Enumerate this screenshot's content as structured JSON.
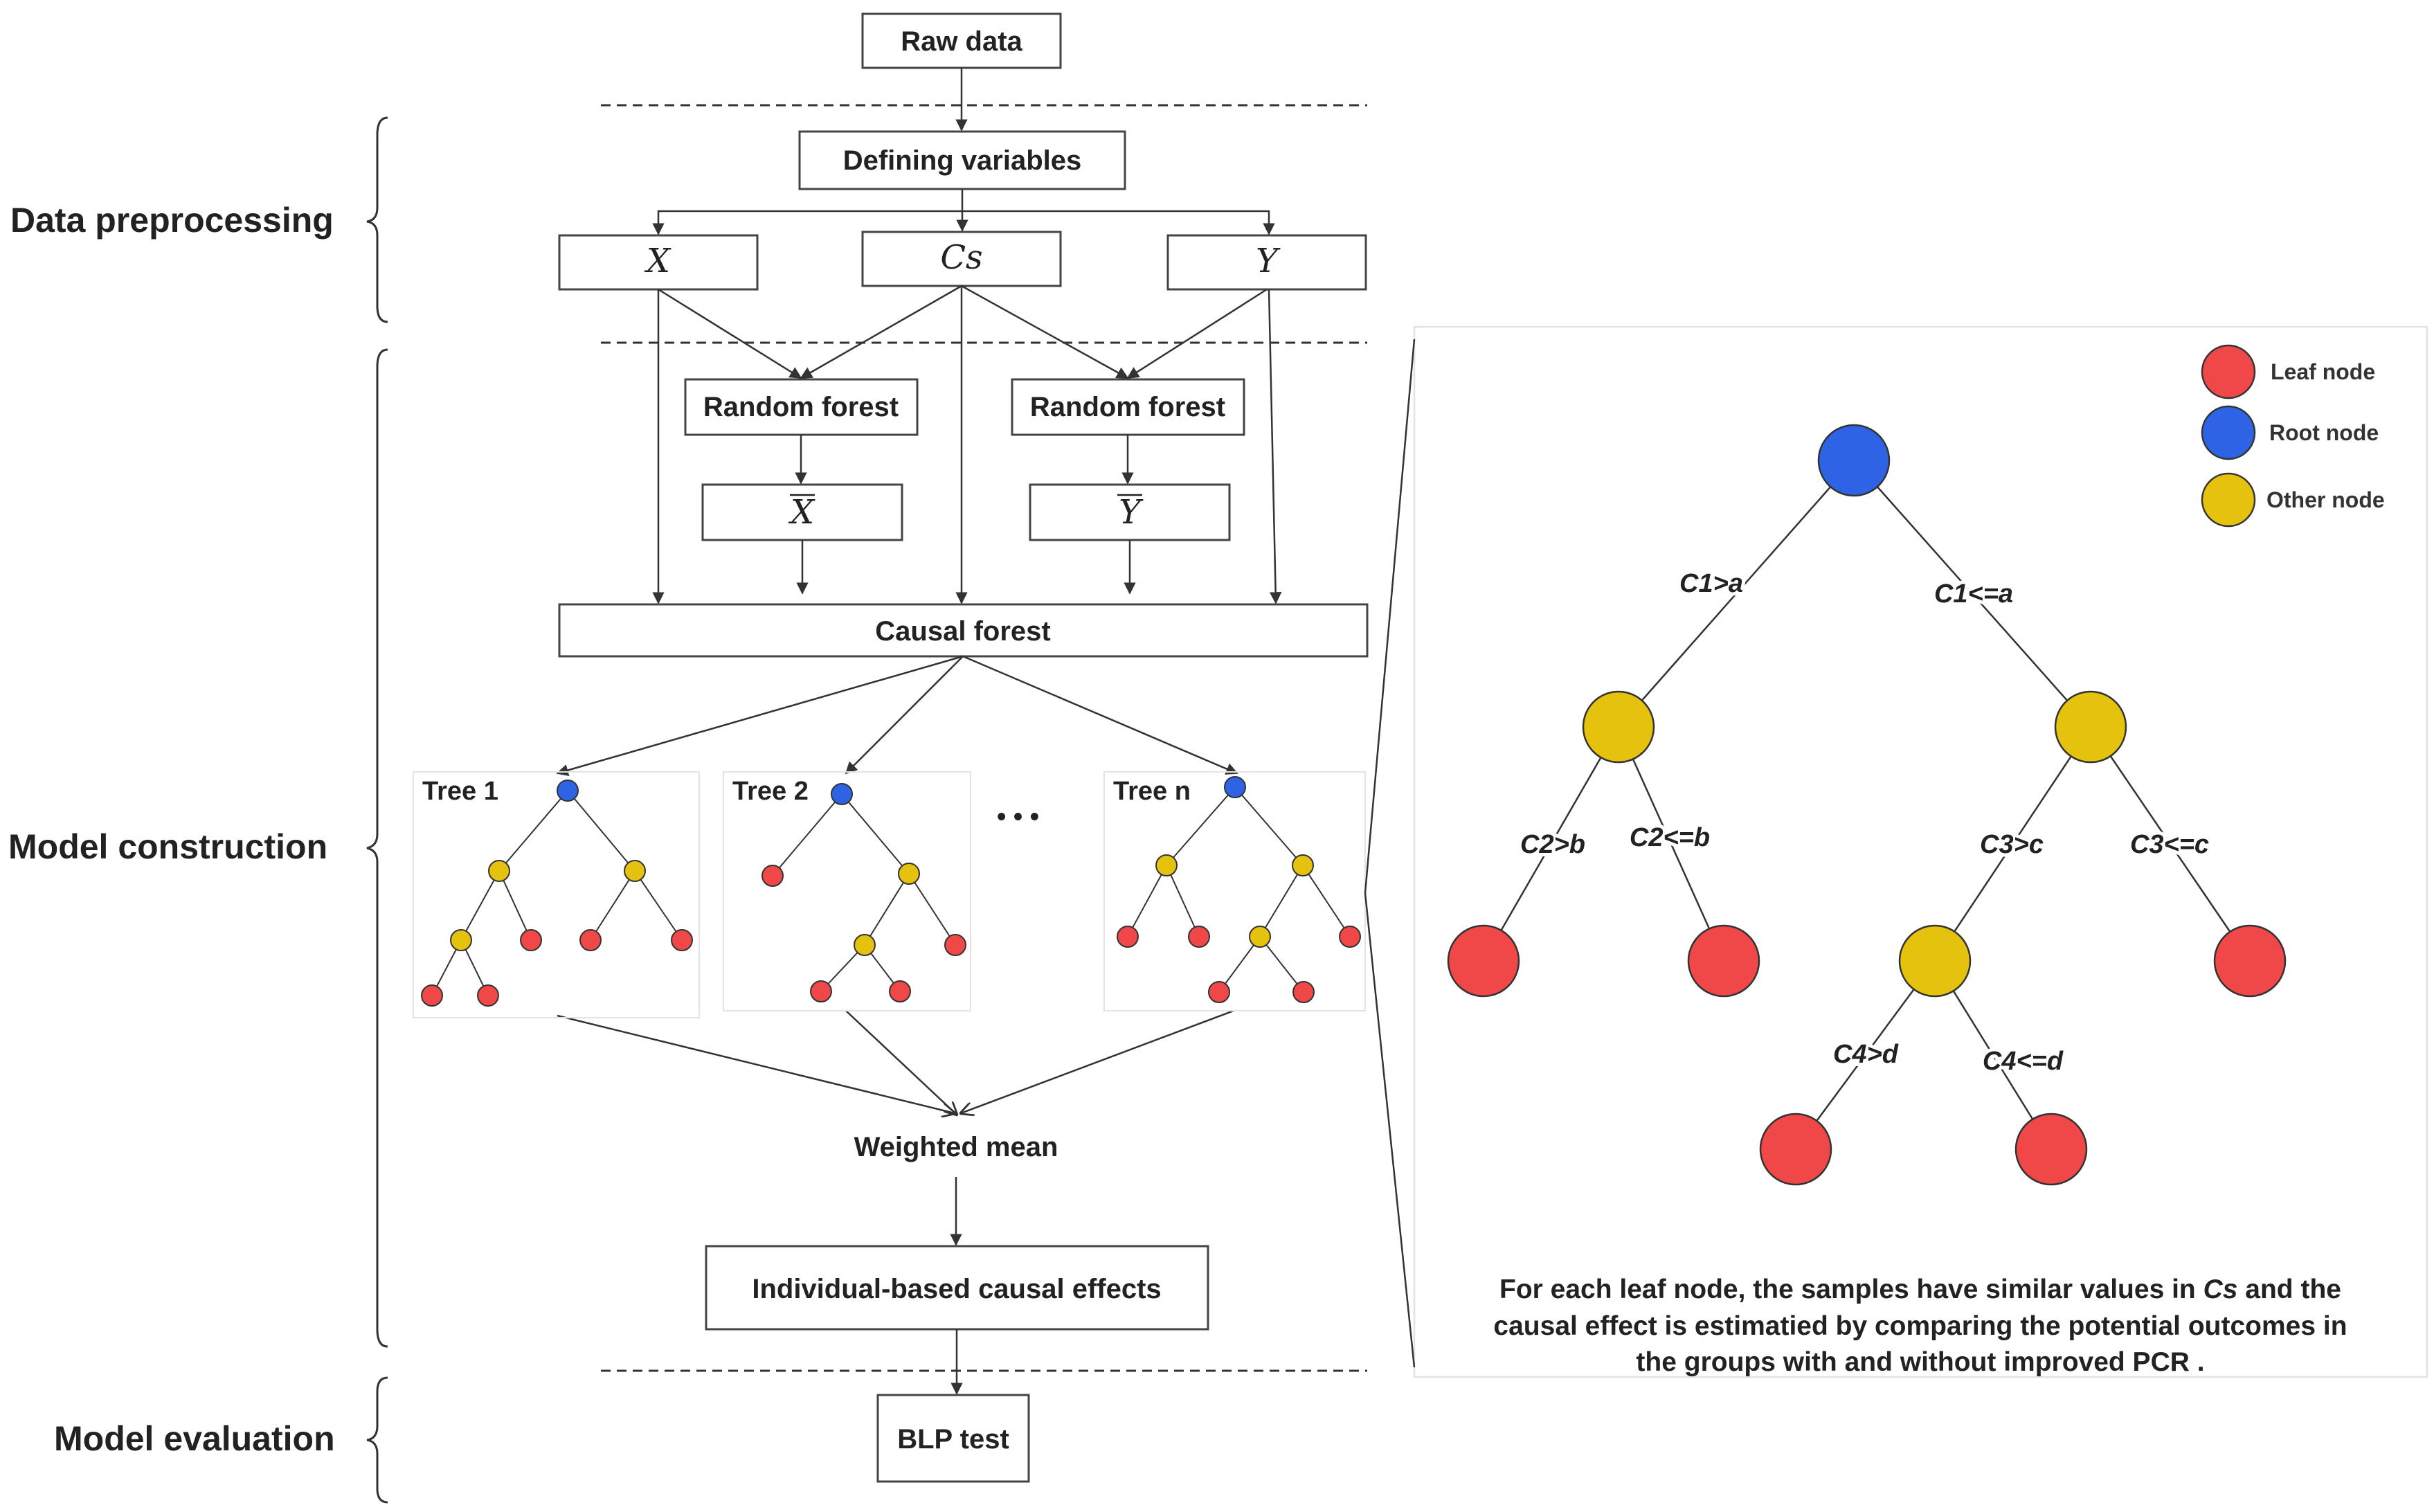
{
  "stages": {
    "preprocessing": "Data preprocessing",
    "construction": "Model construction",
    "evaluation": "Model evaluation"
  },
  "boxes": {
    "raw_data": "Raw data",
    "defining_variables": "Defining variables",
    "x": "X",
    "cs": "Cs",
    "y": "Y",
    "random_forest_left": "Random forest",
    "random_forest_right": "Random forest",
    "x_bar": "X",
    "y_bar": "Y",
    "causal_forest": "Causal forest",
    "weighted_mean": "Weighted mean",
    "individual_effects": "Individual-based causal effects",
    "blp_test": "BLP test"
  },
  "trees": {
    "tree1": "Tree 1",
    "tree2": "Tree 2",
    "ellipsis": "• • •",
    "treen": "Tree n"
  },
  "legend": {
    "leaf": "Leaf node",
    "root": "Root node",
    "other": "Other node"
  },
  "colors": {
    "leaf": "#f04848",
    "root": "#2f63e6",
    "other": "#e4c20e",
    "line": "#333333"
  },
  "detail_tree": {
    "edges": {
      "c1_gt": "C1>a",
      "c1_le": "C1<=a",
      "c2_gt": "C2>b",
      "c2_le": "C2<=b",
      "c3_gt": "C3>c",
      "c3_le": "C3<=c",
      "c4_gt": "C4>d",
      "c4_le": "C4<=d"
    }
  },
  "note": {
    "line1_pre": "For each leaf node, the samples have similar values in ",
    "line1_em": "Cs",
    "line1_post": " and the",
    "line2": "causal effect is estimatied by comparing the potential outcomes in",
    "line3": "the groups  with and without improved PCR ."
  }
}
